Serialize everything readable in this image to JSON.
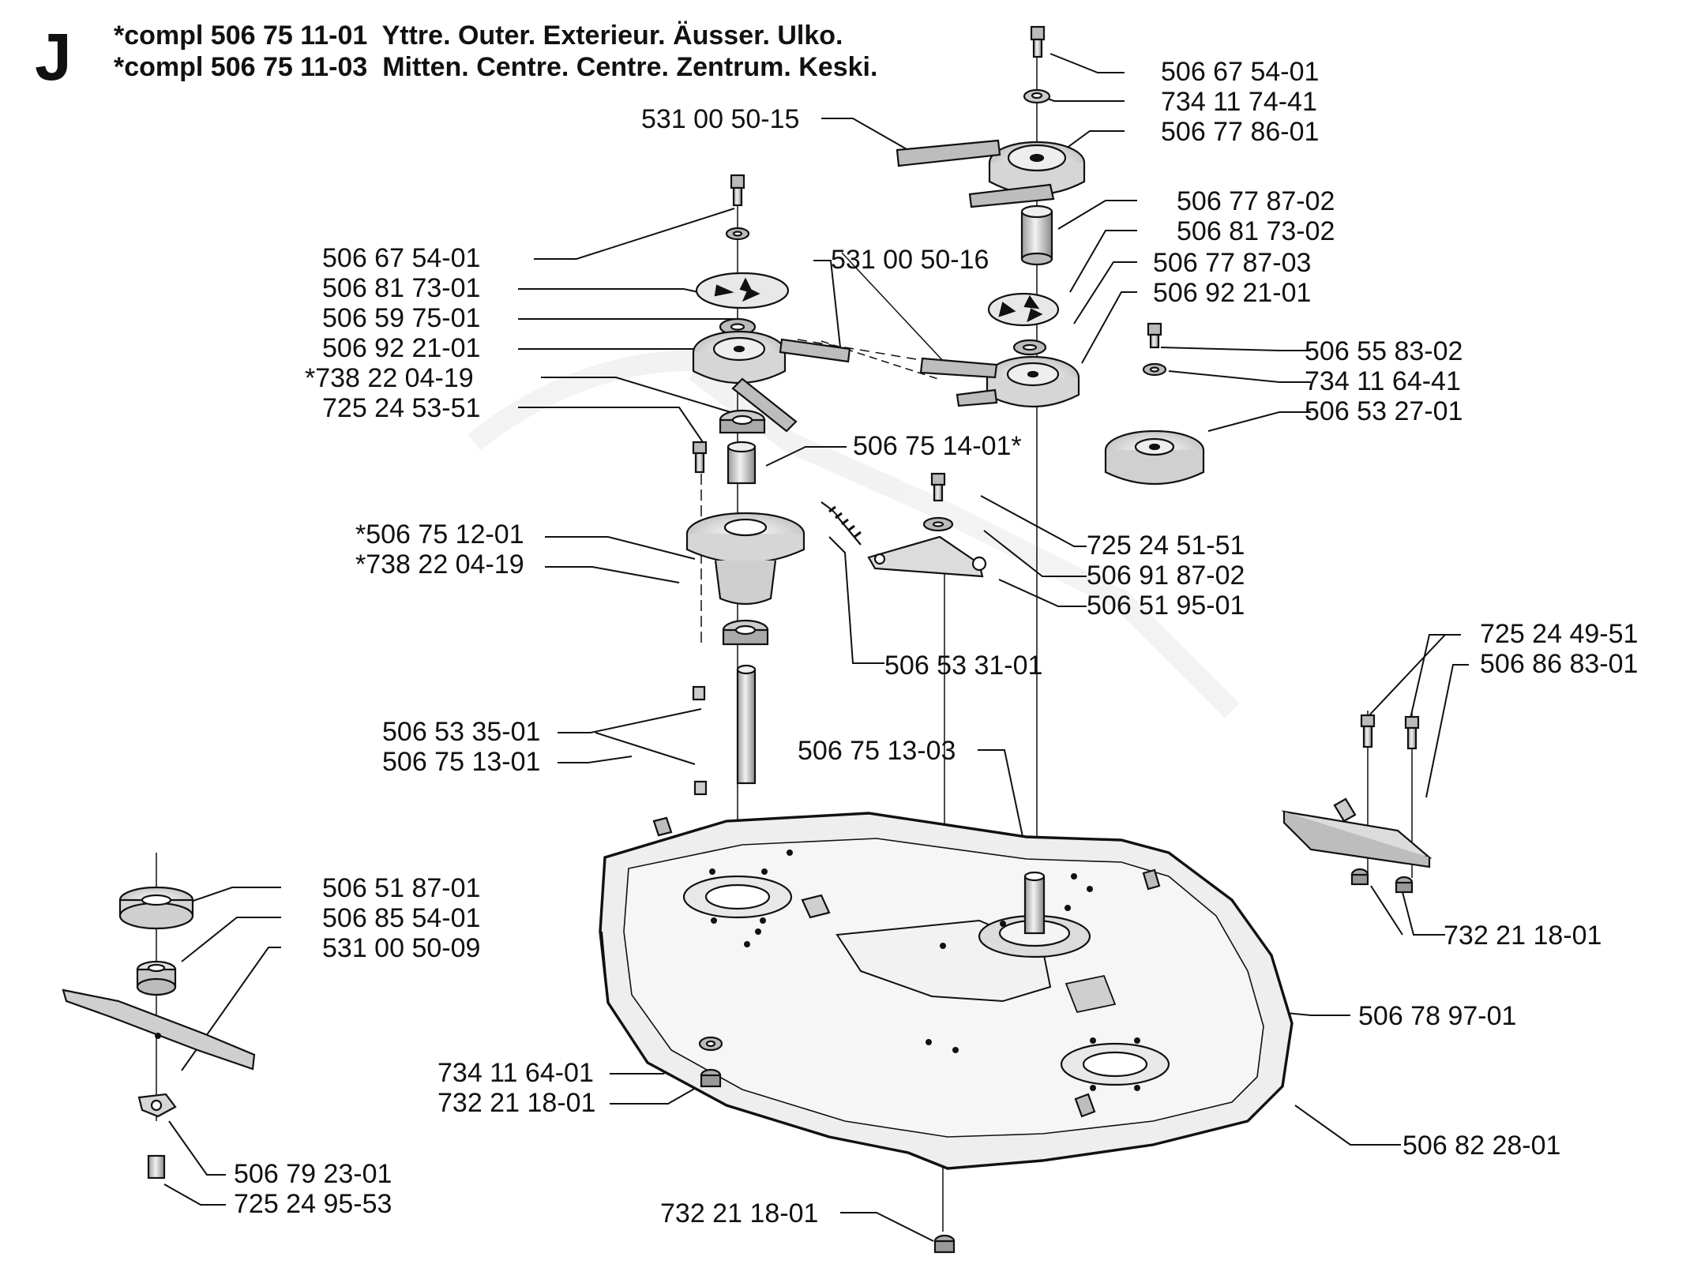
{
  "header": {
    "section_letter": "J",
    "line1": "*compl 506 75 11-01  Yttre. Outer. Exterieur. Äusser. Ulko.",
    "line2": "*compl 506 75 11-03  Mitten. Centre. Centre. Zentrum. Keski."
  },
  "labels": {
    "p_506_67_54_01_top": "506 67 54-01",
    "p_734_11_74_41": "734 11 74-41",
    "p_531_00_50_15": "531 00 50-15",
    "p_506_77_86_01": "506 77 86-01",
    "p_506_77_87_02": "506 77 87-02",
    "p_506_81_73_02": "506 81 73-02",
    "p_506_77_87_03": "506 77 87-03",
    "p_506_92_21_01_right": "506 92 21-01",
    "p_531_00_50_16": "531 00 50-16",
    "p_506_67_54_01_left": "506 67 54-01",
    "p_506_81_73_01": "506 81 73-01",
    "p_506_59_75_01": "506 59 75-01",
    "p_506_92_21_01_left": "506 92 21-01",
    "p_738_22_04_19_a": "*738 22 04-19",
    "p_725_24_53_51": "725 24 53-51",
    "p_506_75_14_01": "506 75 14-01*",
    "p_506_55_83_02": "506 55 83-02",
    "p_734_11_64_41": "734 11 64-41",
    "p_506_53_27_01": "506 53 27-01",
    "p_506_75_12_01": "*506 75 12-01",
    "p_738_22_04_19_b": "*738 22 04-19",
    "p_725_24_51_51": "725 24 51-51",
    "p_506_91_87_02": "506 91 87-02",
    "p_506_51_95_01": "506 51 95-01",
    "p_506_53_31_01": "506 53 31-01",
    "p_725_24_49_51": "725 24 49-51",
    "p_506_86_83_01": "506 86 83-01",
    "p_506_53_35_01": "506 53 35-01",
    "p_506_75_13_01": "506 75 13-01",
    "p_506_75_13_03": "506 75 13-03",
    "p_506_51_87_01": "506 51 87-01",
    "p_506_85_54_01": "506 85 54-01",
    "p_531_00_50_09": "531 00 50-09",
    "p_732_21_18_01_right": "732 21 18-01",
    "p_506_78_97_01": "506 78 97-01",
    "p_734_11_64_01": "734 11 64-01",
    "p_732_21_18_01_mid": "732 21 18-01",
    "p_506_82_28_01": "506 82 28-01",
    "p_506_79_23_01": "506 79 23-01",
    "p_725_24_95_53": "725 24 95-53",
    "p_732_21_18_01_bottom": "732 21 18-01"
  },
  "colors": {
    "ink": "#111111",
    "deck_fill": "#ececec",
    "part_fill": "#d8d8d8",
    "watermark": "#eeeeee"
  }
}
